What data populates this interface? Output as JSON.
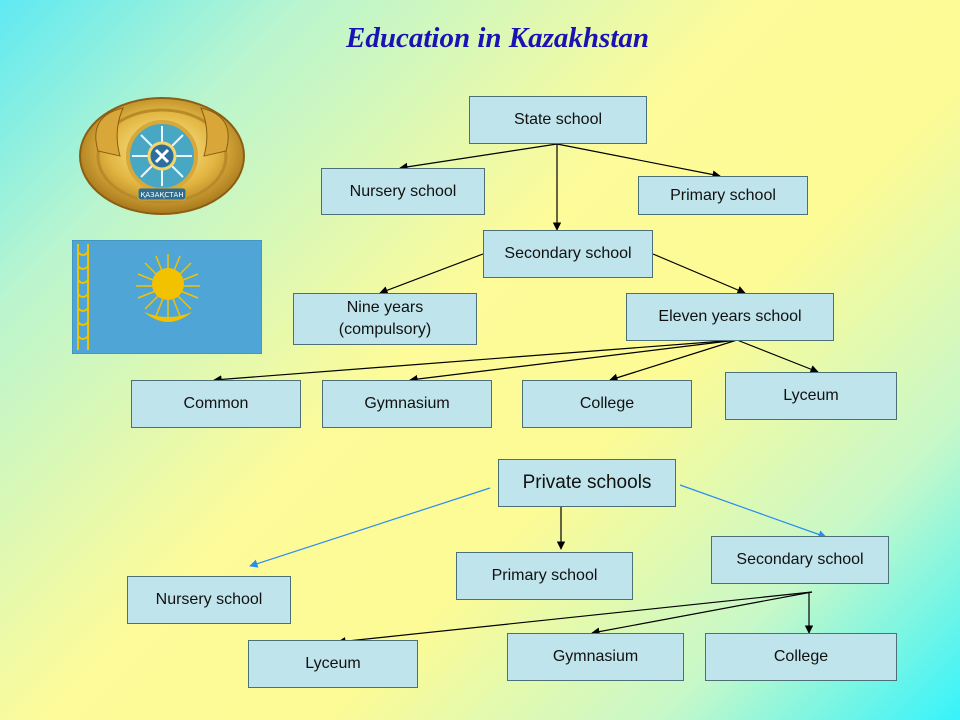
{
  "title": "Education in Kazakhstan",
  "colors": {
    "title": "#1b12b5",
    "box_fill": "#bfe4ec",
    "box_border": "#4d6f78",
    "arrow_black": "#000000",
    "arrow_blue": "#2a8cf0",
    "flag_blue": "#4fa6d6",
    "flag_gold": "#f2c200"
  },
  "emblem": {
    "icon": "kazakhstan-emblem-icon",
    "text": "ҚАЗАҚСТАН"
  },
  "flag": {
    "icon": "kazakhstan-flag-icon"
  },
  "state": {
    "root": "State school",
    "nursery": "Nursery school",
    "primary": "Primary school",
    "secondary": "Secondary school",
    "nine": "Nine years (compulsory)",
    "eleven": "Eleven years school",
    "common": "Common",
    "gymnasium": "Gymnasium",
    "college": "College",
    "lyceum": "Lyceum"
  },
  "private": {
    "root": "Private schools",
    "nursery": "Nursery school",
    "primary": "Primary school",
    "secondary": "Secondary school",
    "lyceum": "Lyceum",
    "gymnasium": "Gymnasium",
    "college": "College"
  }
}
